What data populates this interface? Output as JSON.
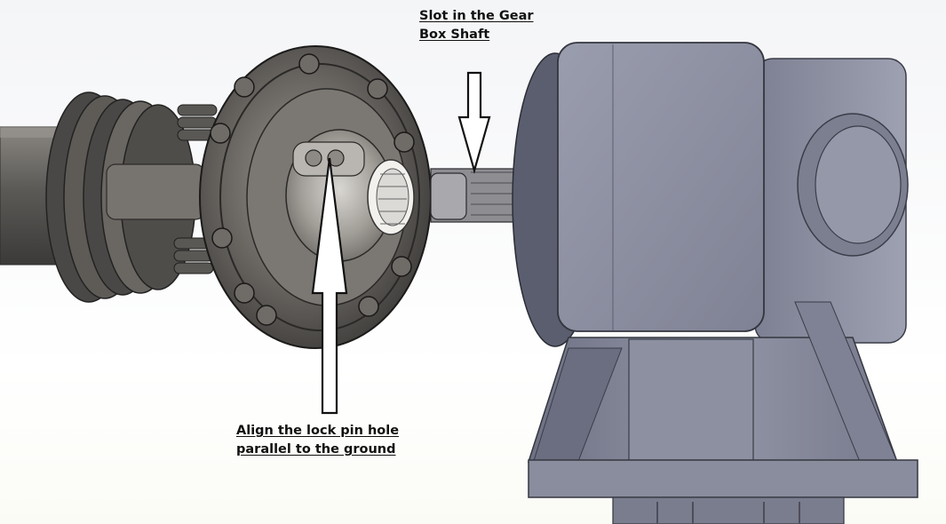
{
  "callouts": {
    "slot": {
      "line1": "Slot in the Gear",
      "line2": "Box Shaft"
    },
    "pin": {
      "line1": "Align the lock pin hole",
      "line2": "parallel to the ground"
    }
  },
  "colors": {
    "shaft_dark": "#5c5a57",
    "clutch_dark": "#4a4846",
    "clutch_mid": "#77746f",
    "gearbox_face": "#8b8e9f",
    "gearbox_light": "#a4a7b7",
    "gearbox_dark": "#676a7b",
    "arrow_fill": "#ffffff",
    "arrow_stroke": "#111111"
  }
}
